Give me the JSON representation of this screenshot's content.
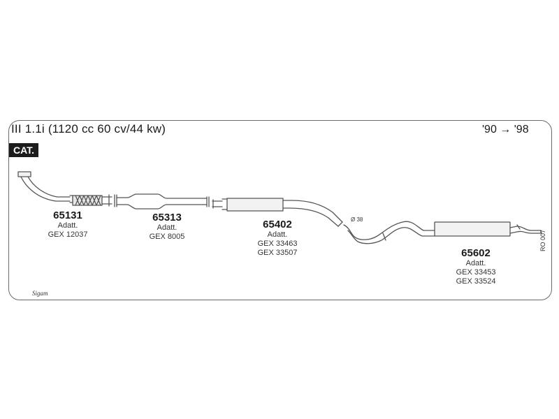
{
  "header": {
    "title": "III 1.1i (1120 cc 60 cv/44 kw)",
    "years": "'90 → '98",
    "badge": "CAT."
  },
  "parts": [
    {
      "number": "65131",
      "lines": [
        "Adatt.",
        "GEX 12037"
      ]
    },
    {
      "number": "65313",
      "lines": [
        "Adatt.",
        "GEX 8005"
      ]
    },
    {
      "number": "65402",
      "lines": [
        "Adatt.",
        "GEX 33463",
        "GEX 33507"
      ]
    },
    {
      "number": "65602",
      "lines": [
        "Adatt.",
        "GEX 33453",
        "GEX 33524"
      ]
    }
  ],
  "annotations": {
    "diameter": "Ø 38",
    "side_code": "RO 007",
    "logo": "Sigam"
  },
  "colors": {
    "line": "#555555",
    "fill": "#f2f2f2",
    "badge_bg": "#1c1c1c"
  }
}
